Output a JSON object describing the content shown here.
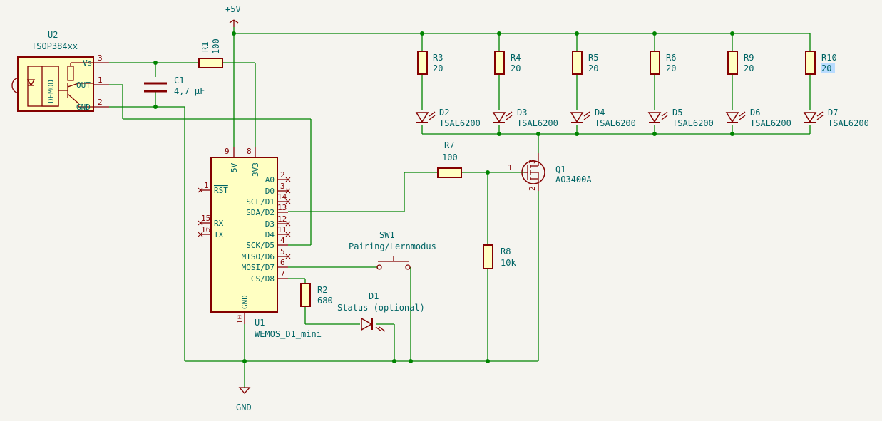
{
  "power": {
    "vcc": "+5V",
    "gnd": "GND"
  },
  "u2": {
    "ref": "U2",
    "value": "TSOP384xx",
    "inner": "DEMOD",
    "pins": [
      {
        "num": "3",
        "name": "Vs"
      },
      {
        "num": "1",
        "name": "OUT"
      },
      {
        "num": "2",
        "name": "GND"
      }
    ]
  },
  "r1": {
    "ref": "R1",
    "value": "100"
  },
  "c1": {
    "ref": "C1",
    "value": "4,7 µF"
  },
  "led_resistors": [
    {
      "ref": "R3",
      "value": "20"
    },
    {
      "ref": "R4",
      "value": "20"
    },
    {
      "ref": "R5",
      "value": "20"
    },
    {
      "ref": "R6",
      "value": "20"
    },
    {
      "ref": "R9",
      "value": "20"
    },
    {
      "ref": "R10",
      "value": "20"
    }
  ],
  "ir_leds": [
    {
      "ref": "D2",
      "value": "TSAL6200"
    },
    {
      "ref": "D3",
      "value": "TSAL6200"
    },
    {
      "ref": "D4",
      "value": "TSAL6200"
    },
    {
      "ref": "D5",
      "value": "TSAL6200"
    },
    {
      "ref": "D6",
      "value": "TSAL6200"
    },
    {
      "ref": "D7",
      "value": "TSAL6200"
    }
  ],
  "u1": {
    "ref": "U1",
    "value": "WEMOS_D1_mini",
    "top_pins": [
      {
        "num": "9",
        "name": "5V"
      },
      {
        "num": "8",
        "name": "3V3"
      }
    ],
    "left_pins": [
      {
        "num": "1",
        "name": "RST"
      },
      {
        "num": "15",
        "name": "RX"
      },
      {
        "num": "16",
        "name": "TX"
      }
    ],
    "right_pins": [
      {
        "num": "2",
        "name": "A0"
      },
      {
        "num": "3",
        "name": "D0"
      },
      {
        "num": "14",
        "name": "SCL/D1"
      },
      {
        "num": "13",
        "name": "SDA/D2"
      },
      {
        "num": "12",
        "name": "D3"
      },
      {
        "num": "11",
        "name": "D4"
      },
      {
        "num": "4",
        "name": "SCK/D5"
      },
      {
        "num": "5",
        "name": "MISO/D6"
      },
      {
        "num": "6",
        "name": "MOSI/D7"
      },
      {
        "num": "7",
        "name": "CS/D8"
      }
    ],
    "bottom_pin": {
      "num": "10",
      "name": "GND"
    }
  },
  "r7": {
    "ref": "R7",
    "value": "100",
    "pin": "1"
  },
  "q1": {
    "ref": "Q1",
    "value": "AO3400A",
    "pins": [
      "1",
      "2",
      "3"
    ]
  },
  "r8": {
    "ref": "R8",
    "value": "10k"
  },
  "sw1": {
    "ref": "SW1",
    "value": "Pairing/Lernmodus"
  },
  "r2": {
    "ref": "R2",
    "value": "680"
  },
  "d1": {
    "ref": "D1",
    "value": "Status (optional)"
  }
}
